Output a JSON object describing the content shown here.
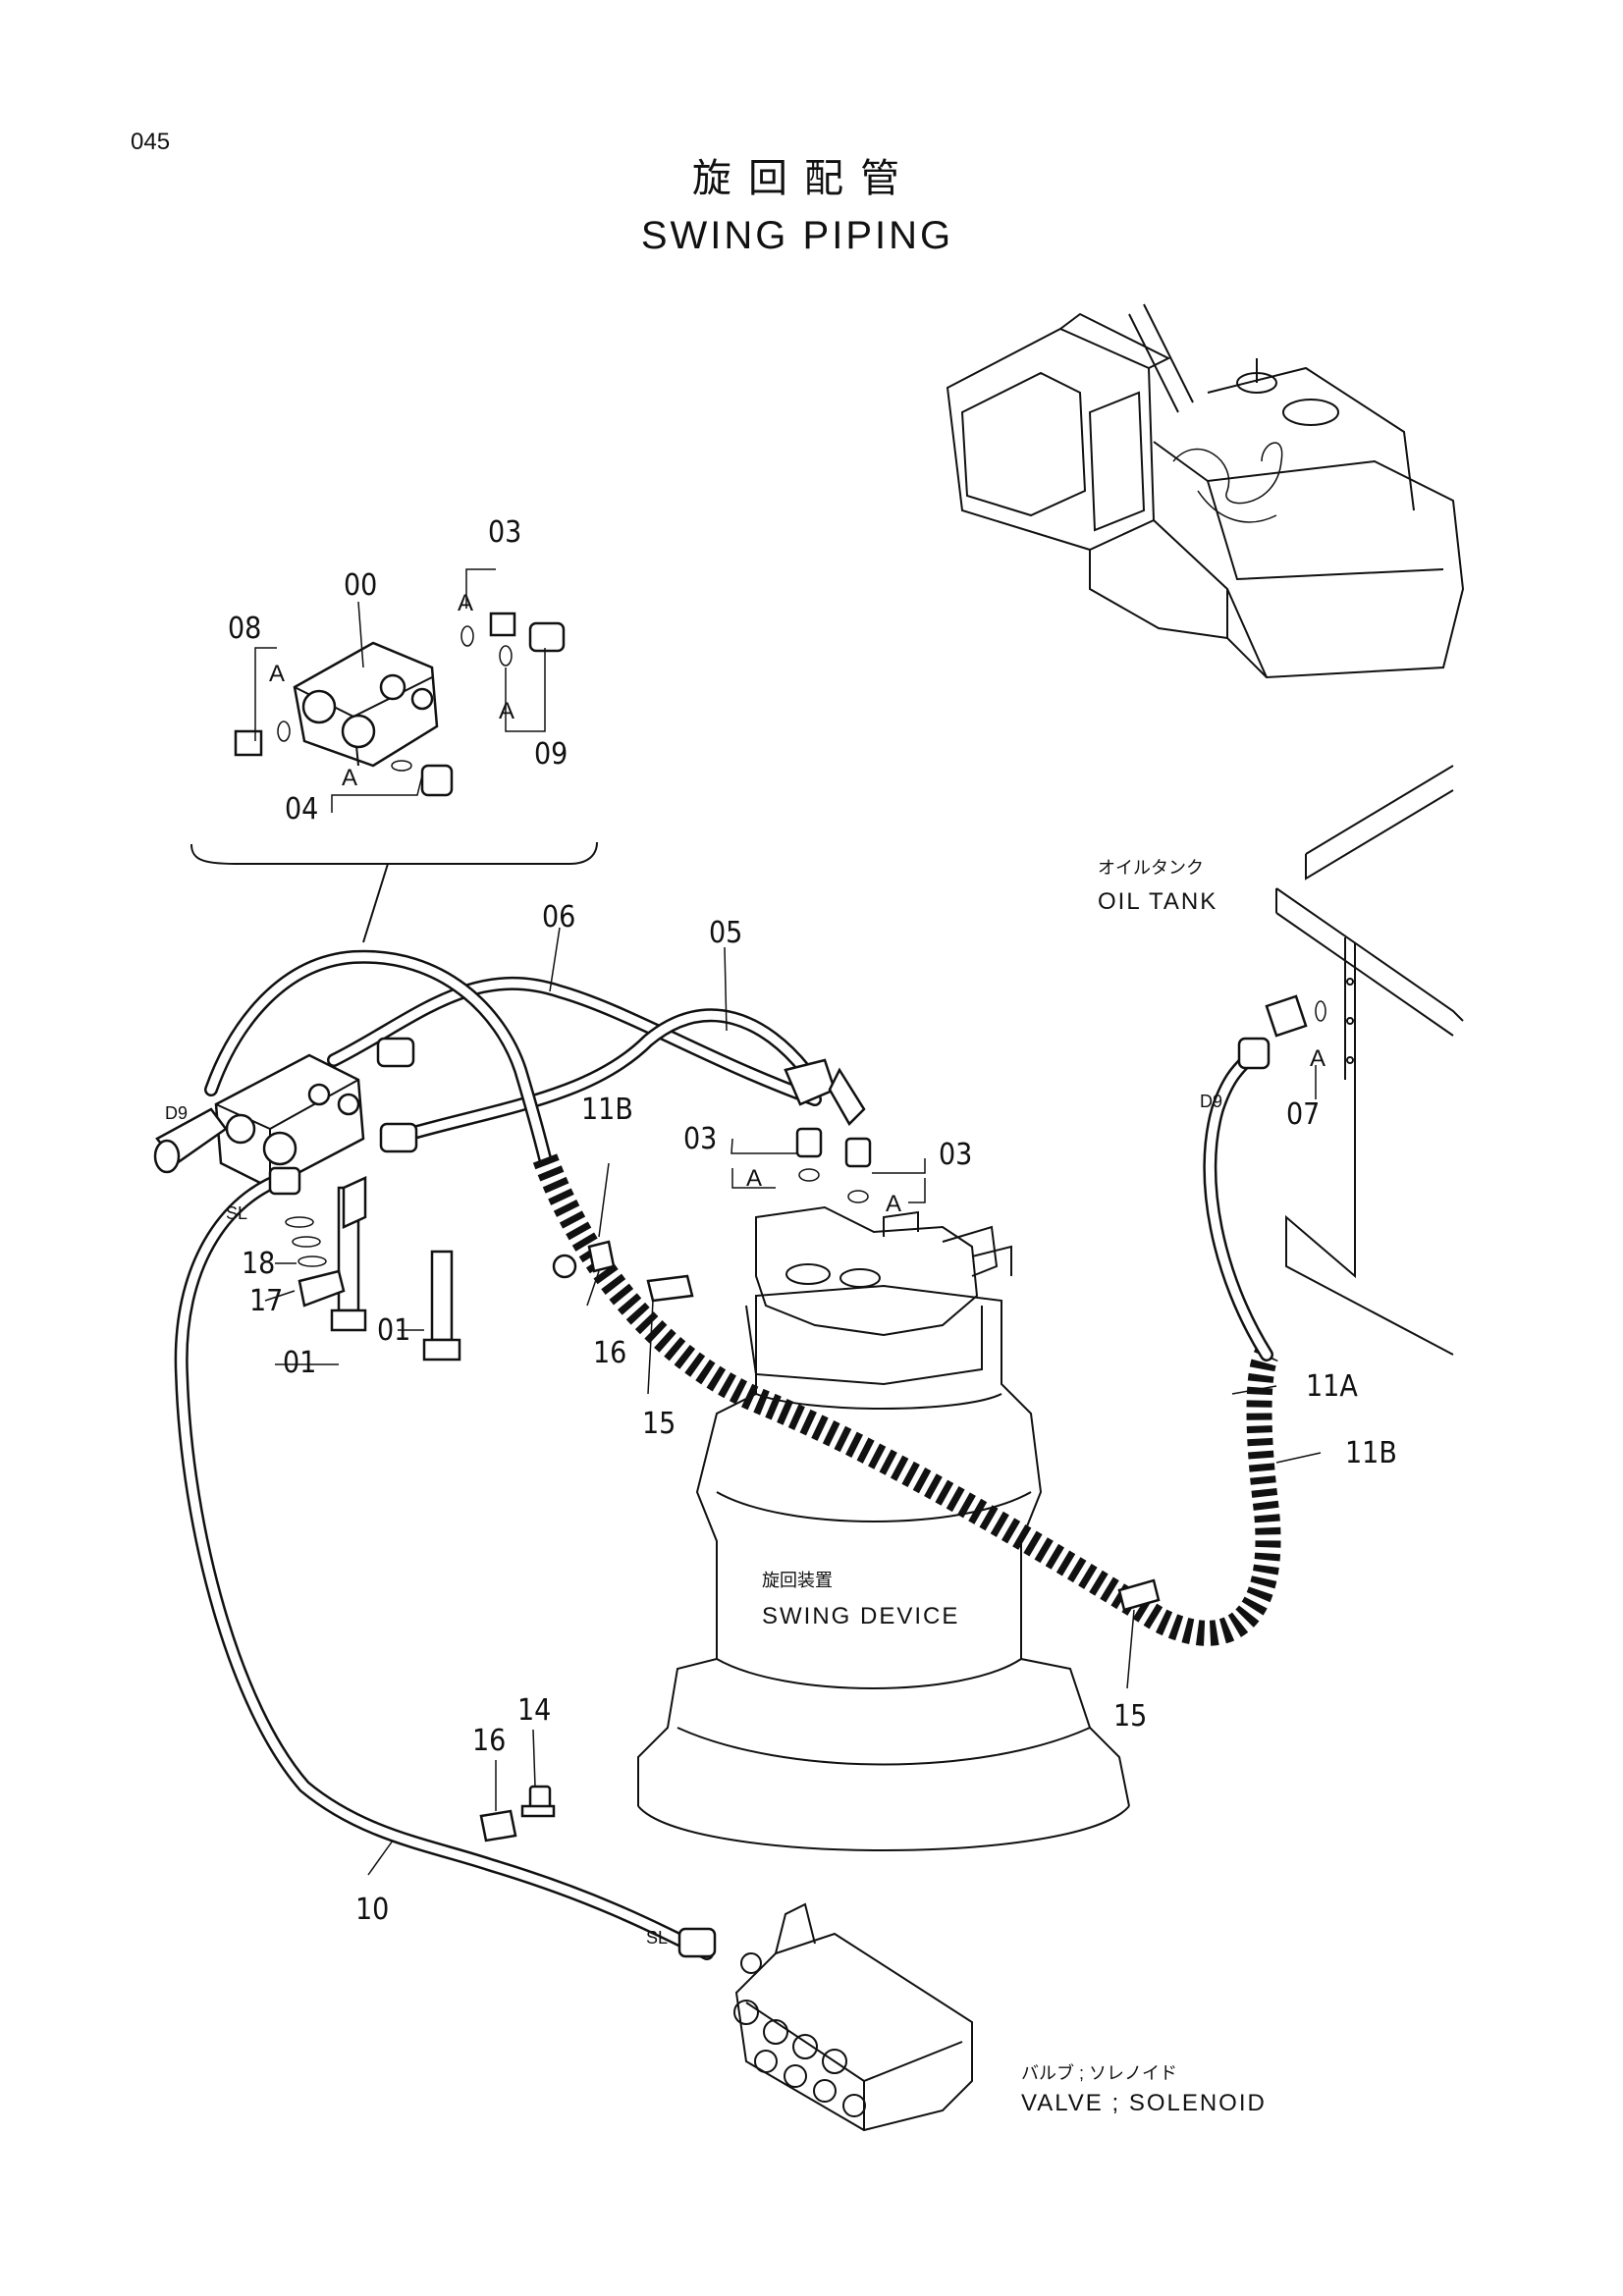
{
  "page_number": "045",
  "title_jp": "旋 回 配 管",
  "title_en": "SWING PIPING",
  "components": {
    "oil_tank_jp": "オイルタンク",
    "oil_tank_en": "OIL TANK",
    "swing_device_jp": "旋回装置",
    "swing_device_en": "SWING DEVICE",
    "valve_jp": "バルブ ; ソレノイド",
    "valve_en": "VALVE ; SOLENOID"
  },
  "part_labels": {
    "p00": "00",
    "p03a": "03",
    "p03b": "03",
    "p03c": "03",
    "p08": "08",
    "p09": "09",
    "p04": "04",
    "p06": "06",
    "p05": "05",
    "p11b_a": "11B",
    "p11b_b": "11B",
    "p11a": "11A",
    "p07": "07",
    "p18": "18",
    "p17": "17",
    "p01a": "01",
    "p01b": "01",
    "p16a": "16",
    "p16b": "16",
    "p15a": "15",
    "p15b": "15",
    "p14": "14",
    "p10": "10"
  },
  "port_labels": {
    "a1": "A",
    "a2": "A",
    "a3": "A",
    "a4": "A",
    "a5": "A",
    "a6": "A",
    "a7": "A",
    "d9a": "D9",
    "d9b": "D9",
    "sla": "SL",
    "slb": "SL"
  }
}
